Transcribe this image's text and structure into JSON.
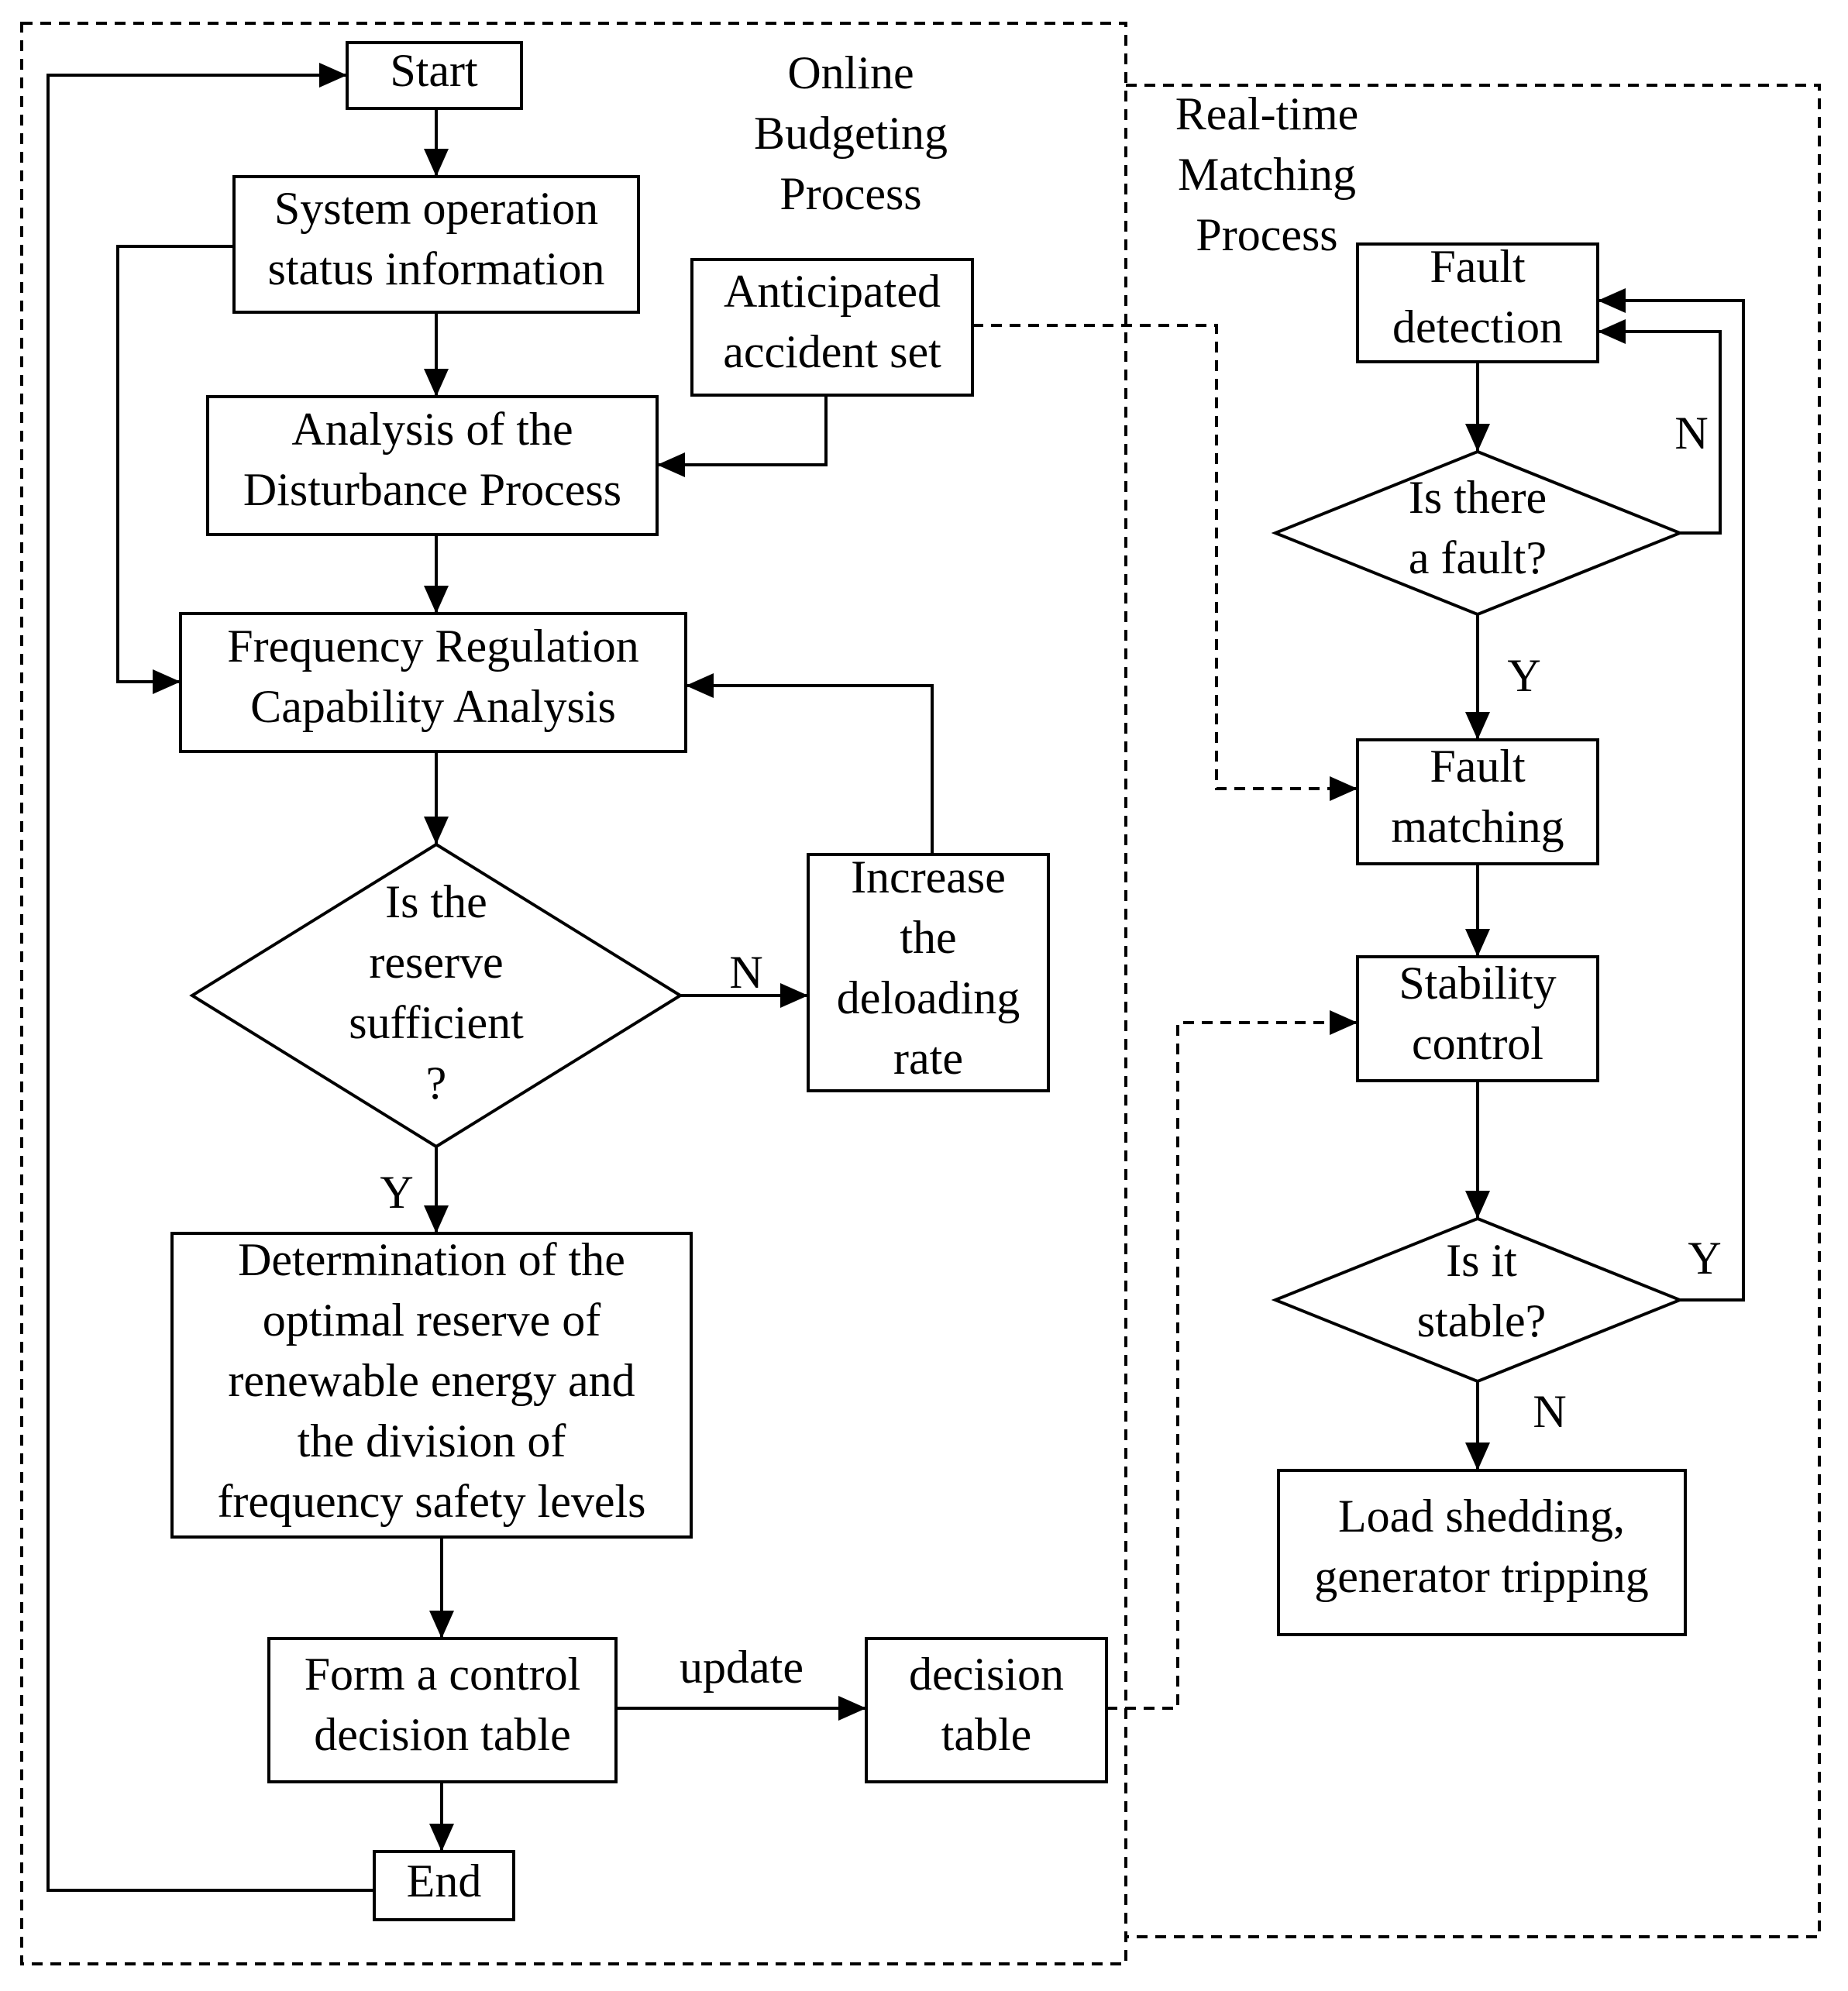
{
  "regions": {
    "online": [
      "Online",
      "Budgeting",
      "Process"
    ],
    "realtime": [
      "Real-time",
      "Matching",
      "Process"
    ]
  },
  "nodes": {
    "start": [
      "Start"
    ],
    "status": [
      "System operation",
      "status information"
    ],
    "accident": [
      "Anticipated",
      "accident set"
    ],
    "disturbance": [
      "Analysis of the",
      "Disturbance Process"
    ],
    "freq": [
      "Frequency Regulation",
      "Capability Analysis"
    ],
    "reserve_q": [
      "Is the",
      "reserve",
      "sufficient",
      "?"
    ],
    "increase": [
      "Increase",
      "the",
      "deloading",
      "rate"
    ],
    "determination": [
      "Determination of the",
      "optimal reserve of",
      "renewable energy and",
      "the division of",
      "frequency safety levels"
    ],
    "form_table": [
      "Form a control",
      "decision table"
    ],
    "decision_table": [
      "decision",
      "table"
    ],
    "end": [
      "End"
    ],
    "fault_detect": [
      "Fault",
      "detection"
    ],
    "fault_q": [
      "Is there",
      "a fault?"
    ],
    "fault_match": [
      "Fault",
      "matching"
    ],
    "stability": [
      "Stability",
      "control"
    ],
    "stable_q": [
      "Is it",
      "stable?"
    ],
    "load_shed": [
      "Load shedding,",
      "generator tripping"
    ]
  },
  "edge_labels": {
    "reserve_no": "N",
    "reserve_yes": "Y",
    "update": "update",
    "fault_no": "N",
    "fault_yes": "Y",
    "stable_yes": "Y",
    "stable_no": "N"
  }
}
